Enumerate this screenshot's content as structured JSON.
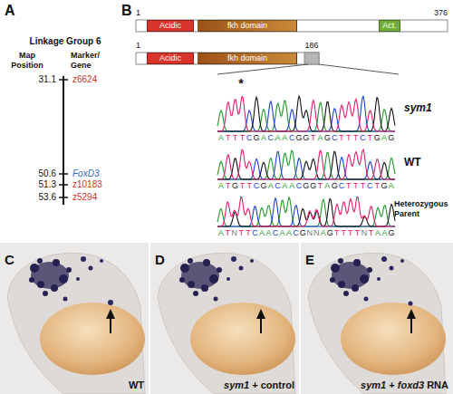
{
  "diagram": {
    "nodes": [
      {
        "text": [
          "Acidic"
        ]
      },
      {
        "text": [
          "fkh domain"
        ]
      },
      {
        "text": [
          "Act."
        ]
      },
      {
        "text": [
          "Acidic"
        ]
      },
      {
        "text": [
          "fkh domain"
        ]
      },
      {
        "text": [
          "C",
          "WT"
        ]
      },
      {
        "text": [
          "D",
          "sym1 + control"
        ]
      },
      {
        "text": [
          "E",
          "sym1 + foxd3 RNA"
        ]
      }
    ],
    "labels": [
      "A",
      "Linkage Group 6",
      "Map Position",
      "Marker/ Gene",
      "31.1",
      "z6624",
      "50.6",
      "FoxD3",
      "51.3",
      "z10183",
      "53.6",
      "z5294",
      "B",
      "1",
      "376",
      "1",
      "186",
      "*",
      "sym1",
      "ATTTCGACAACGGTAGCTTTCTGAG",
      "WT",
      "ATGTTCGACAACGGTAGCTTTCTGA",
      "Heterozygous Parent",
      "ATNTTCAACAACGNNAGTTTTNTAAG"
    ]
  }
}
